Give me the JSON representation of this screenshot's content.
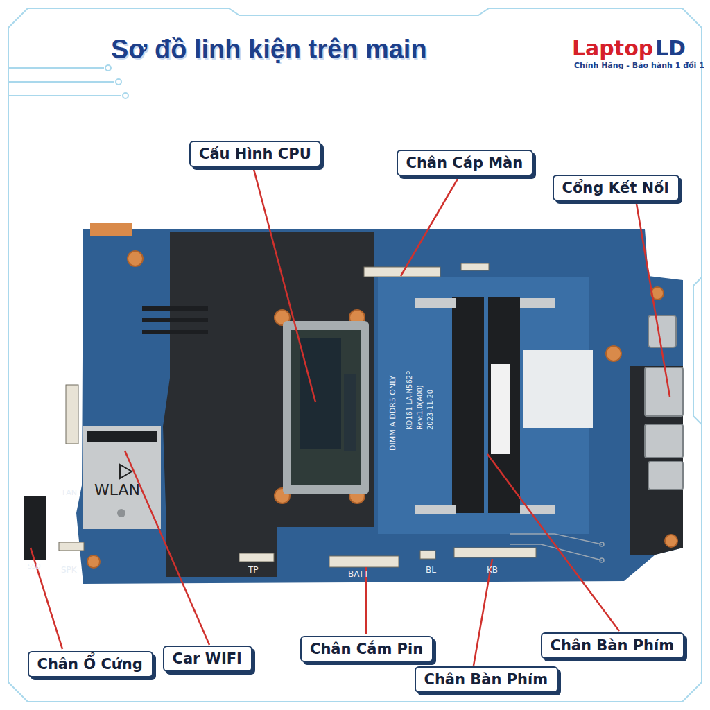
{
  "diagram": {
    "title": "Sơ đồ linh kiện trên main",
    "nodes": [
      {
        "text": [
          "Cấu Hình CPU"
        ]
      },
      {
        "text": [
          "Chân Cáp Màn"
        ]
      },
      {
        "text": [
          "Cổng Kết Nối"
        ]
      },
      {
        "text": [
          "Chân Ổ Cứng"
        ]
      },
      {
        "text": [
          "Car WIFI"
        ]
      },
      {
        "text": [
          "Chân Cắm Pin"
        ]
      },
      {
        "text": [
          "Chân Bàn Phím"
        ]
      },
      {
        "text": [
          "Chân Bàn Phím"
        ]
      }
    ],
    "labels": [
      "Laptop",
      "LD",
      "Chính Hãng - Bảo hành 1 đổi 1",
      "WLAN",
      "FAN",
      "SPK",
      "TP",
      "BATT",
      "BL",
      "KB",
      "SSD",
      "DIMM A DDR5 ONLY",
      "KD161 LA-N562P",
      "Rev:1.0(A00)",
      "2023-11-20"
    ]
  }
}
